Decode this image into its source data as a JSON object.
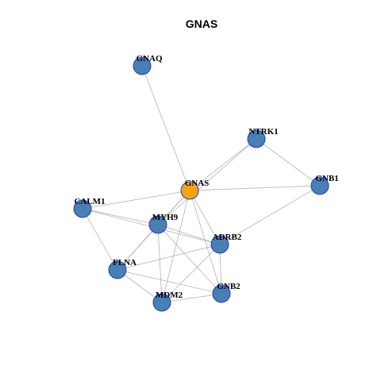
{
  "title": "GNAS",
  "colors": {
    "center_node_fill": "#f5a30f",
    "node_fill": "#4a7fb5",
    "node_border": "#1f3fbf",
    "edge": "#b3b3b3"
  },
  "nodes": [
    {
      "id": "GNAQ",
      "label": "GNAQ",
      "role": "neighbor"
    },
    {
      "id": "NTRK1",
      "label": "NTRK1",
      "role": "neighbor"
    },
    {
      "id": "GNB1",
      "label": "GNB1",
      "role": "neighbor"
    },
    {
      "id": "GNAS",
      "label": "GNAS",
      "role": "center"
    },
    {
      "id": "CALM1",
      "label": "CALM1",
      "role": "neighbor"
    },
    {
      "id": "MYH9",
      "label": "MYH9",
      "role": "neighbor"
    },
    {
      "id": "ADRB2",
      "label": "ADRB2",
      "role": "neighbor"
    },
    {
      "id": "FLNA",
      "label": "FLNA",
      "role": "neighbor"
    },
    {
      "id": "GNB2",
      "label": "GNB2",
      "role": "neighbor"
    },
    {
      "id": "MDM2",
      "label": "MDM2",
      "role": "neighbor"
    }
  ],
  "edges": [
    [
      "GNAQ",
      "GNAS"
    ],
    [
      "NTRK1",
      "GNAS"
    ],
    [
      "NTRK1",
      "GNB1"
    ],
    [
      "NTRK1",
      "MYH9"
    ],
    [
      "GNB1",
      "GNAS"
    ],
    [
      "GNB1",
      "ADRB2"
    ],
    [
      "GNAS",
      "CALM1"
    ],
    [
      "GNAS",
      "MYH9"
    ],
    [
      "GNAS",
      "ADRB2"
    ],
    [
      "GNAS",
      "FLNA"
    ],
    [
      "GNAS",
      "GNB2"
    ],
    [
      "GNAS",
      "MDM2"
    ],
    [
      "CALM1",
      "MYH9"
    ],
    [
      "CALM1",
      "FLNA"
    ],
    [
      "CALM1",
      "ADRB2"
    ],
    [
      "MYH9",
      "FLNA"
    ],
    [
      "MYH9",
      "ADRB2"
    ],
    [
      "MYH9",
      "GNB2"
    ],
    [
      "MYH9",
      "MDM2"
    ],
    [
      "FLNA",
      "ADRB2"
    ],
    [
      "FLNA",
      "GNB2"
    ],
    [
      "FLNA",
      "MDM2"
    ],
    [
      "ADRB2",
      "GNB2"
    ],
    [
      "ADRB2",
      "MDM2"
    ],
    [
      "MDM2",
      "GNB2"
    ]
  ]
}
